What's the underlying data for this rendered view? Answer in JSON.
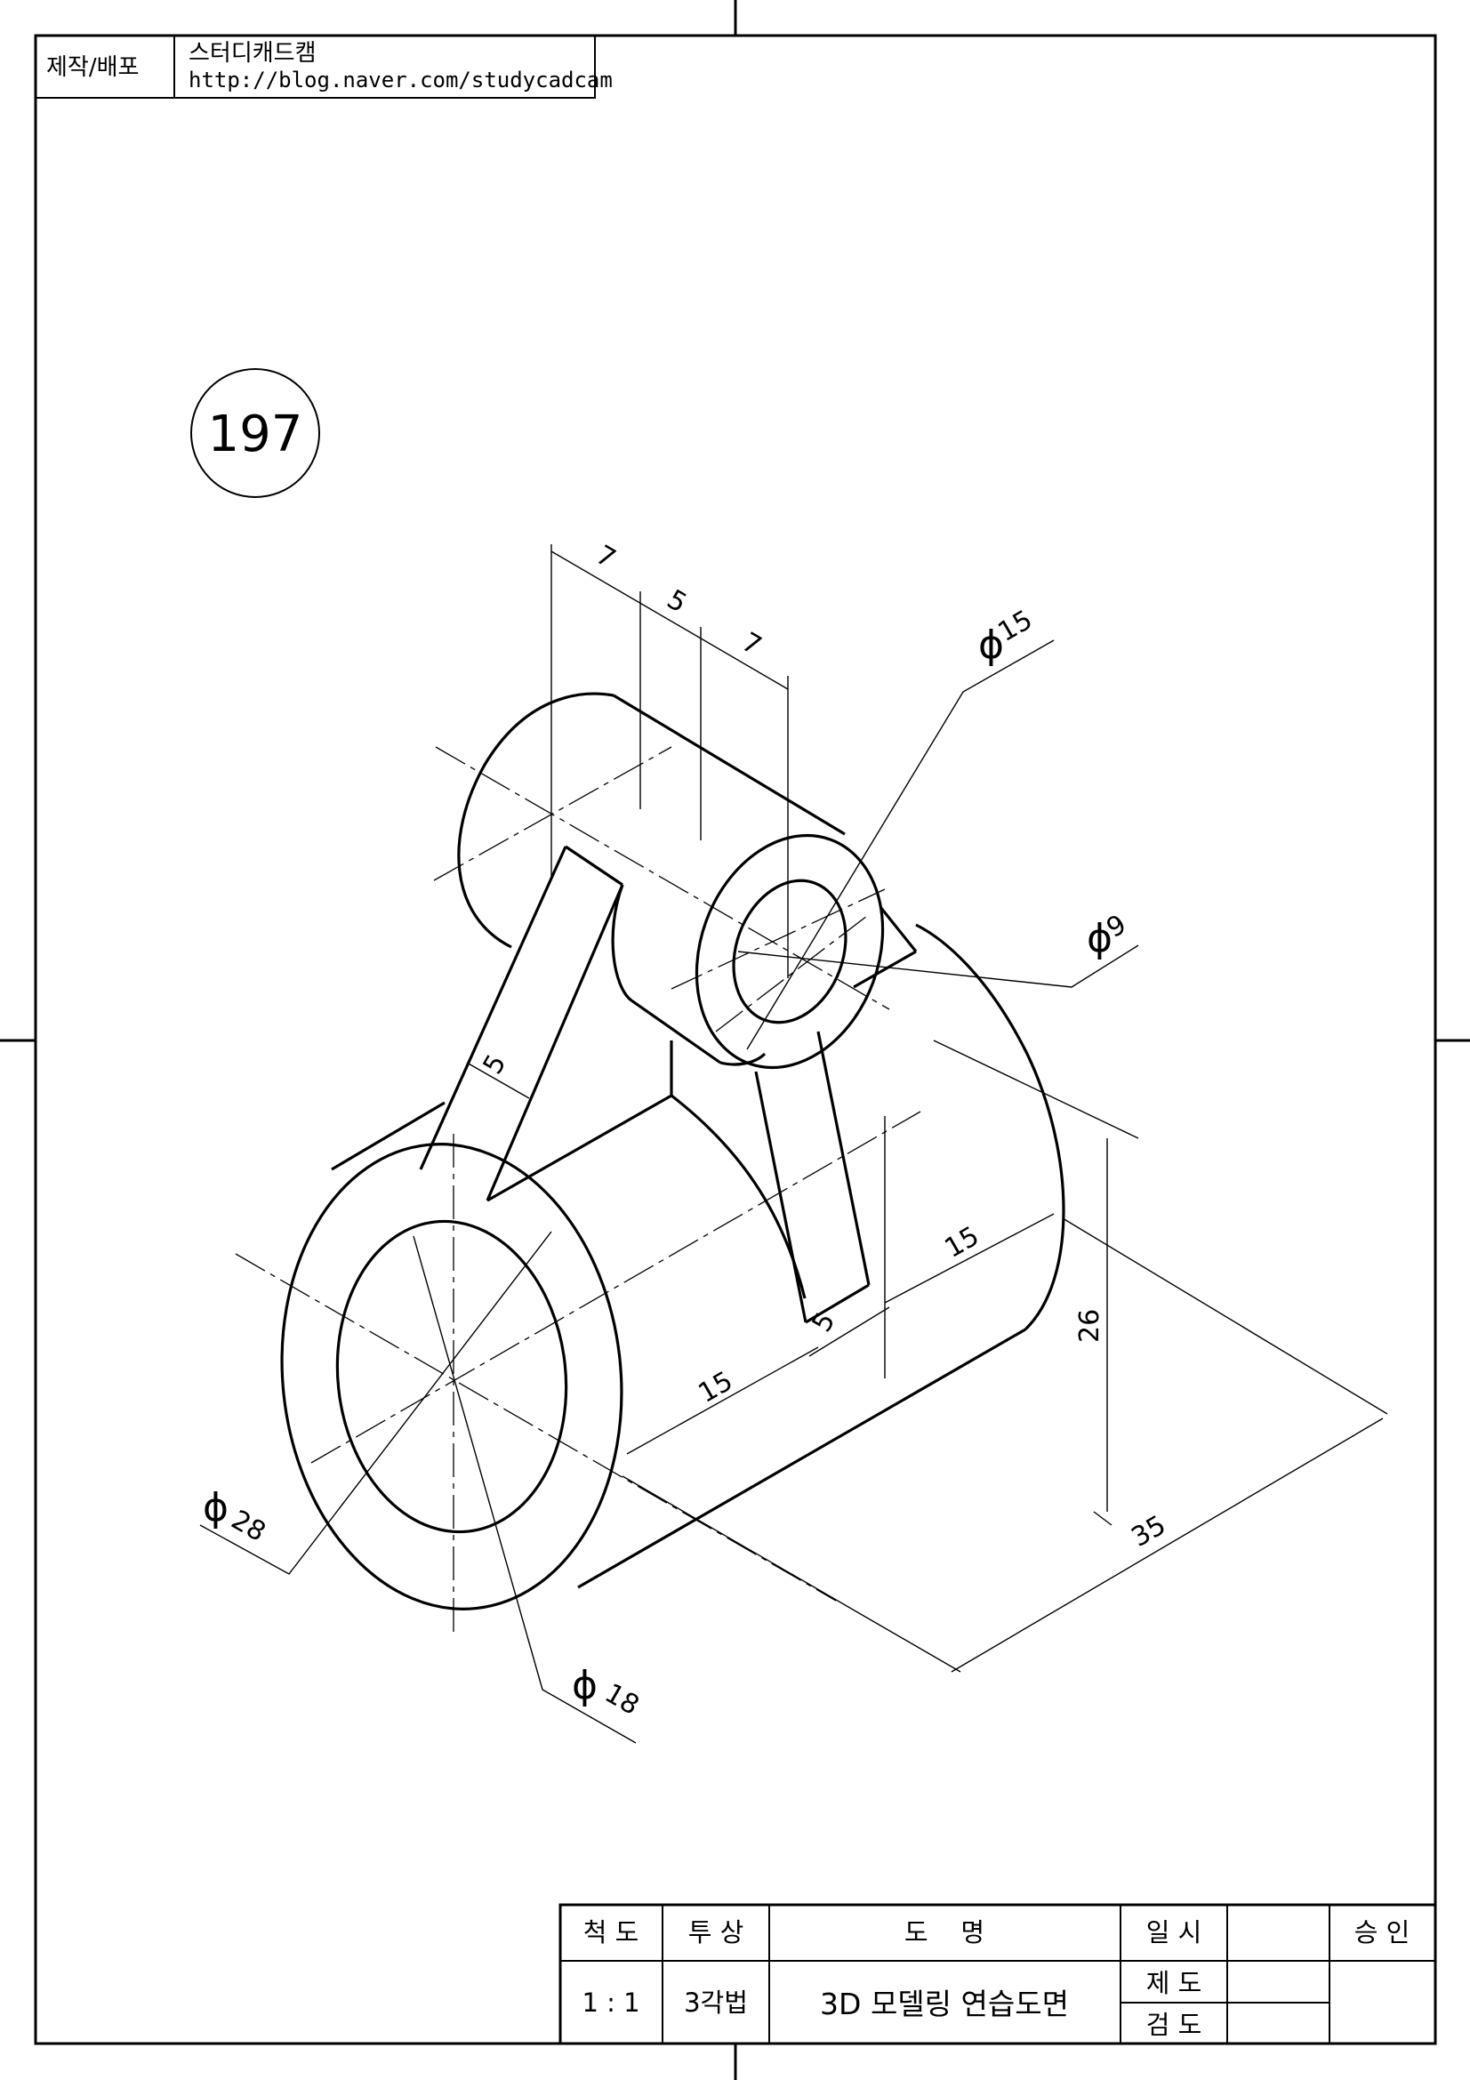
{
  "header": {
    "label": "제작/배포",
    "org": "스터디캐드캠",
    "url": "http://blog.naver.com/studycadcam"
  },
  "drawing_number": "197",
  "dimensions": {
    "phi15": {
      "symbol": "ϕ",
      "value": "15"
    },
    "phi9": {
      "symbol": "ϕ",
      "value": "9"
    },
    "phi28": {
      "symbol": "ϕ",
      "value": "28"
    },
    "phi18": {
      "symbol": "ϕ",
      "value": "18"
    },
    "top_7a": "7",
    "top_5": "5",
    "top_7b": "7",
    "rib_5": "5",
    "right_15": "15",
    "right_5": "5",
    "bottom_15": "15",
    "height_26": "26",
    "length_35": "35"
  },
  "title_block": {
    "scale_label": "척 도",
    "projection_label": "투 상",
    "drawing_name_label": "도    명",
    "date_label": "일 시",
    "approval_label": "승 인",
    "scale_value": "1 : 1",
    "projection_value": "3각법",
    "drawing_name_value": "3D 모델링 연습도면",
    "drawn_label": "제 도",
    "checked_label": "검 도"
  }
}
